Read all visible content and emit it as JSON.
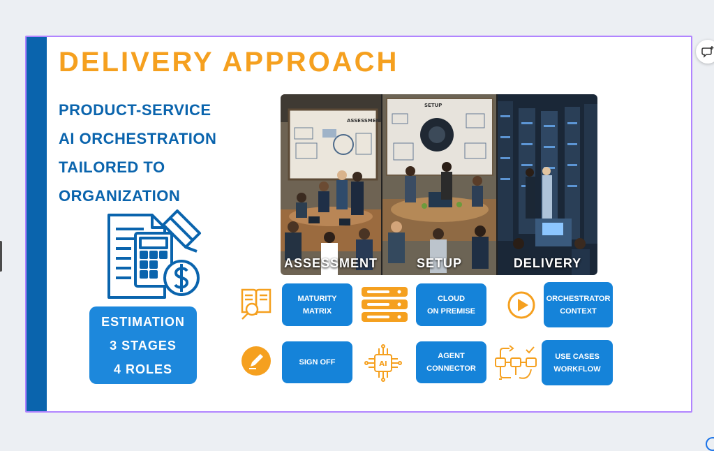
{
  "slide": {
    "title": "DELIVERY APPROACH",
    "subtitle_lines": [
      "PRODUCT-SERVICE",
      "AI ORCHESTRATION",
      "TAILORED TO",
      "ORGANIZATION"
    ],
    "estimate_lines": [
      "ESTIMATION",
      "3 STAGES",
      "4 ROLES"
    ],
    "stages": [
      {
        "label": "ASSESSMENT",
        "poster_text": "ASSESSMENT"
      },
      {
        "label": "SETUP",
        "poster_text": "SETUP"
      },
      {
        "label": "DELIVERY"
      }
    ],
    "chips": [
      {
        "lines": [
          "MATURITY",
          "MATRIX"
        ],
        "icon": "book-magnifier-icon"
      },
      {
        "lines": [
          "CLOUD",
          "ON PREMISE"
        ],
        "icon": "server-stack-icon"
      },
      {
        "lines": [
          "ORCHESTRATOR",
          "CONTEXT"
        ],
        "icon": "play-circle-icon"
      },
      {
        "lines": [
          "SIGN OFF"
        ],
        "icon": "pen-circle-icon"
      },
      {
        "lines": [
          "AGENT",
          "CONNECTOR"
        ],
        "icon": "ai-chip-icon"
      },
      {
        "lines": [
          "USE CASES",
          "WORKFLOW"
        ],
        "icon": "workflow-icon"
      }
    ],
    "ai_chip_text": "AI"
  },
  "colors": {
    "accent_orange": "#f5a01f",
    "brand_blue": "#0a64ad",
    "chip_blue": "#1583d9",
    "selection_purple": "#b184ff"
  }
}
